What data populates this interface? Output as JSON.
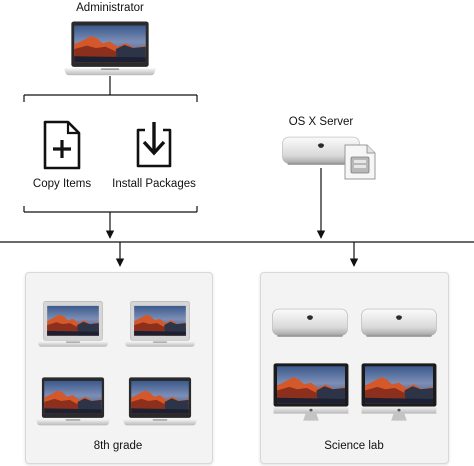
{
  "admin": {
    "label": "Administrator"
  },
  "actions": [
    {
      "label": "Copy Items",
      "icon": "add-document-icon"
    },
    {
      "label": "Install Packages",
      "icon": "download-icon"
    }
  ],
  "server": {
    "label": "OS X Server"
  },
  "groups": [
    {
      "label": "8th grade"
    },
    {
      "label": "Science lab"
    }
  ]
}
